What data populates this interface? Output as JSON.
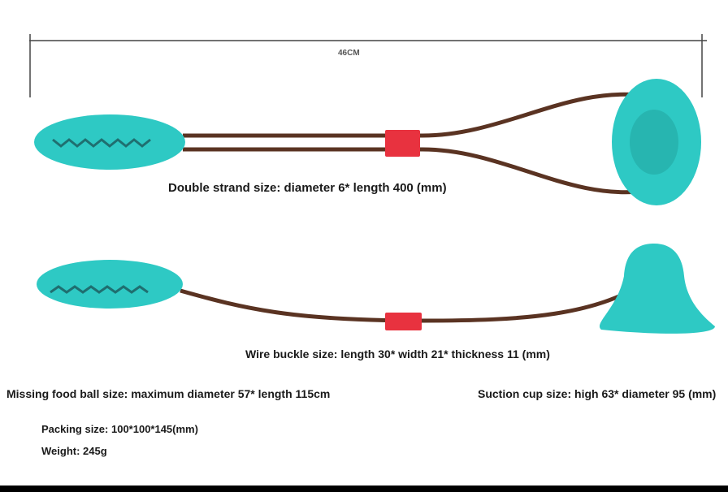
{
  "dimension": {
    "length_label": "46CM"
  },
  "labels": {
    "double_strand": "Double strand size: diameter 6* length 400 (mm)",
    "wire_buckle": "Wire buckle size: length 30* width 21* thickness 11 (mm)",
    "food_ball": "Missing food ball size: maximum diameter 57* length 115cm",
    "suction_cup": "Suction cup size: high 63* diameter 95 (mm)",
    "packing": "Packing size: 100*100*145(mm)",
    "weight": "Weight: 245g"
  },
  "colors": {
    "toy": "#2ec9c4",
    "rope": "#5a3322",
    "buckle": "#e8323f"
  }
}
